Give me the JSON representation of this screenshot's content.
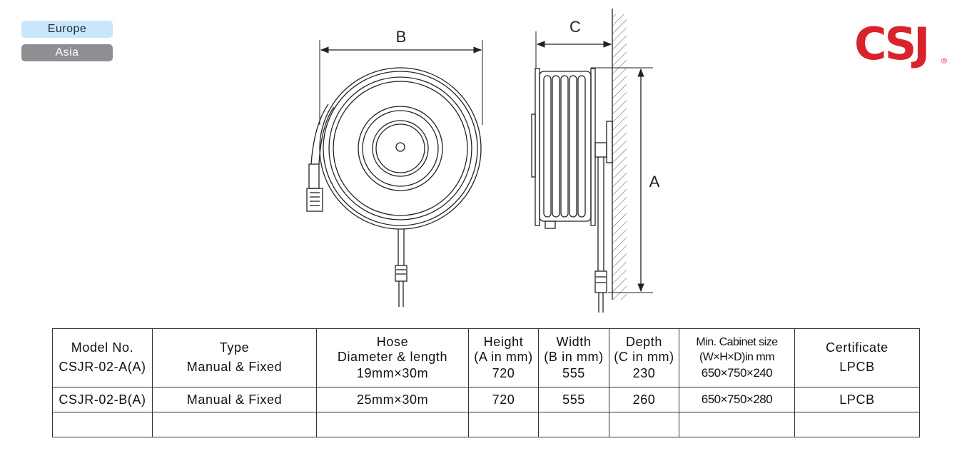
{
  "regions": [
    {
      "label": "Europe",
      "active": true,
      "color": "#c9e6fa"
    },
    {
      "label": "Asia",
      "active": false,
      "color": "#8d8f92"
    }
  ],
  "brand": {
    "logo_text": "CSJ",
    "registered": "®",
    "color": "#d9232a"
  },
  "drawing": {
    "label_b": "B",
    "label_c": "C",
    "label_a": "A"
  },
  "table": {
    "headers": {
      "model": "Model No.",
      "type": "Type",
      "hose_1": "Hose",
      "hose_2": "Diameter & length",
      "height_1": "Height",
      "height_2": "(A in mm)",
      "width_1": "Width",
      "width_2": "(B in mm)",
      "depth_1": "Depth",
      "depth_2": "(C in mm)",
      "cabinet_1": "Min. Cabinet size",
      "cabinet_2": "(W×H×D)in mm",
      "certificate": "Certificate"
    },
    "first_row": {
      "model": "CSJR-02-A(A)",
      "type": "Manual & Fixed",
      "hose": "19mm×30m",
      "height": "720",
      "width": "555",
      "depth": "230",
      "cabinet": "650×750×240",
      "certificate": "LPCB"
    },
    "second_row": {
      "model": "CSJR-02-B(A)",
      "type": "Manual & Fixed",
      "hose": "25mm×30m",
      "height": "720",
      "width": "555",
      "depth": "260",
      "cabinet": "650×750×280",
      "certificate": "LPCB"
    }
  }
}
